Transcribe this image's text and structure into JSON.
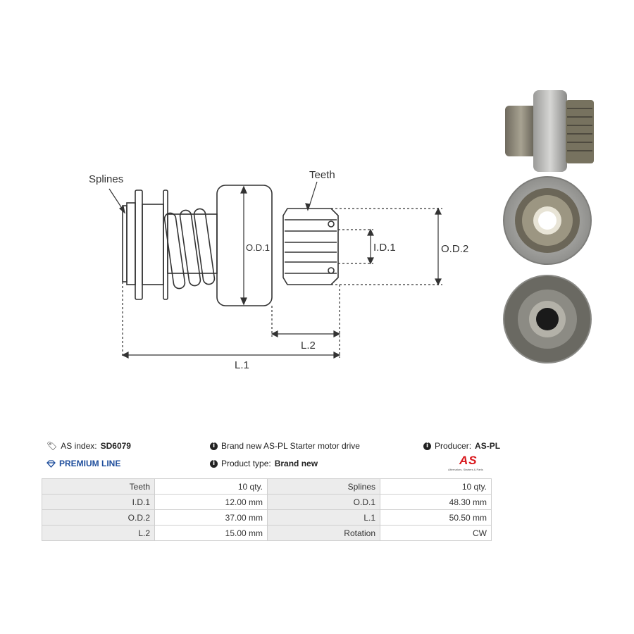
{
  "diagram": {
    "labels": {
      "splines": "Splines",
      "teeth": "Teeth",
      "od1": "O.D.1",
      "id1": "I.D.1",
      "od2": "O.D.2",
      "l2": "L.2",
      "l1": "L.1"
    }
  },
  "info": {
    "as_index_label": "AS index:",
    "as_index_value": "SD6079",
    "premium_line": "PREMIUM LINE",
    "description": "Brand new AS-PL Starter motor drive",
    "product_type_label": "Product type:",
    "product_type_value": "Brand new",
    "producer_label": "Producer:",
    "producer_value": "AS-PL",
    "logo_text": "AS",
    "logo_tagline": "Alternators, Starters & Parts"
  },
  "specs": {
    "rows": [
      {
        "k1": "Teeth",
        "v1": "10 qty.",
        "k2": "Splines",
        "v2": "10 qty."
      },
      {
        "k1": "I.D.1",
        "v1": "12.00 mm",
        "k2": "O.D.1",
        "v2": "48.30 mm"
      },
      {
        "k1": "O.D.2",
        "v1": "37.00 mm",
        "k2": "L.1",
        "v2": "50.50 mm"
      },
      {
        "k1": "L.2",
        "v1": "15.00 mm",
        "k2": "Rotation",
        "v2": "CW"
      }
    ]
  },
  "icons": {
    "tag": "tag-icon",
    "info": "info-icon",
    "diamond": "diamond-icon"
  }
}
